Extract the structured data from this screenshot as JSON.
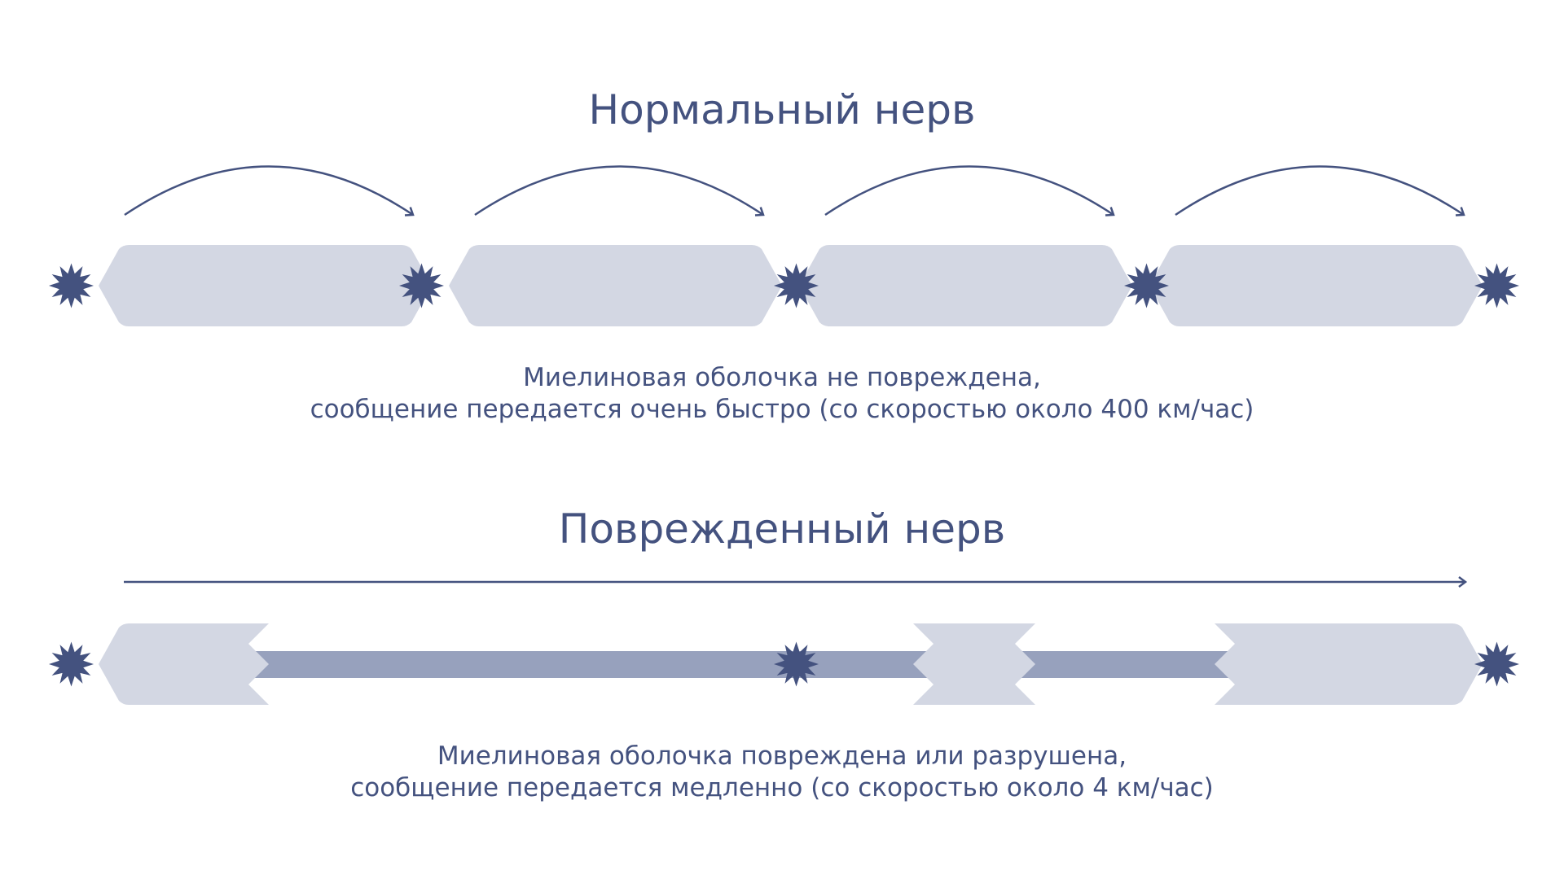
{
  "normal": {
    "title": "Нормальный нерв",
    "caption_line1": "Миелиновая оболочка не повреждена,",
    "caption_line2": "сообщение передается очень быстро (со скоростью около 400 км/час)"
  },
  "damaged": {
    "title": "Поврежденный нерв",
    "caption_line1": "Миелиновая оболочка повреждена или разрушена,",
    "caption_line2": "сообщение передается медленно (со скоростью около 4 км/час)"
  },
  "colors": {
    "dark": "#44527f",
    "myelin": "#d3d7e3",
    "axon": "#97a1bd",
    "text": "#44527f"
  }
}
